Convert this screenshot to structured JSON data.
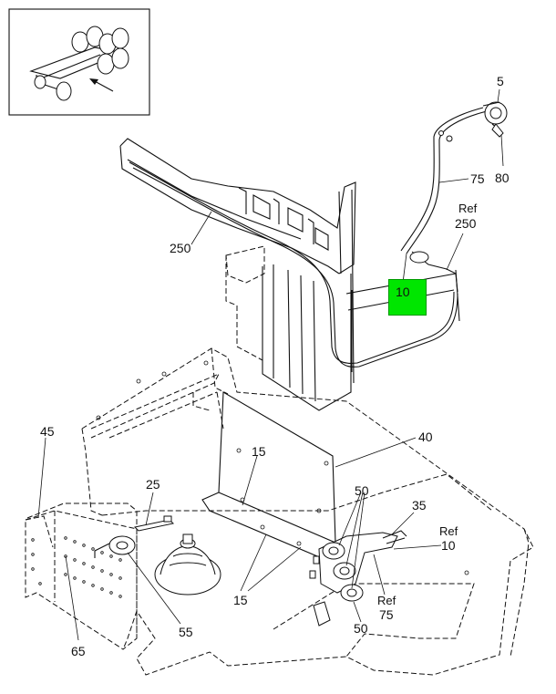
{
  "highlight_color": "#00e600",
  "callouts": {
    "c5": "5",
    "c80": "80",
    "c75": "75",
    "ref250_ref": "Ref",
    "ref250_num": "250",
    "c250": "250",
    "c10_highlight": "10",
    "c40": "40",
    "c45": "45",
    "c15_top": "15",
    "c15_bottom": "15",
    "c25": "25",
    "c50_top": "50",
    "c35": "35",
    "ref10_ref": "Ref",
    "ref10_num": "10",
    "ref75_ref": "Ref",
    "ref75_num": "75",
    "c50_bottom": "50",
    "c55": "55",
    "c65": "65"
  }
}
